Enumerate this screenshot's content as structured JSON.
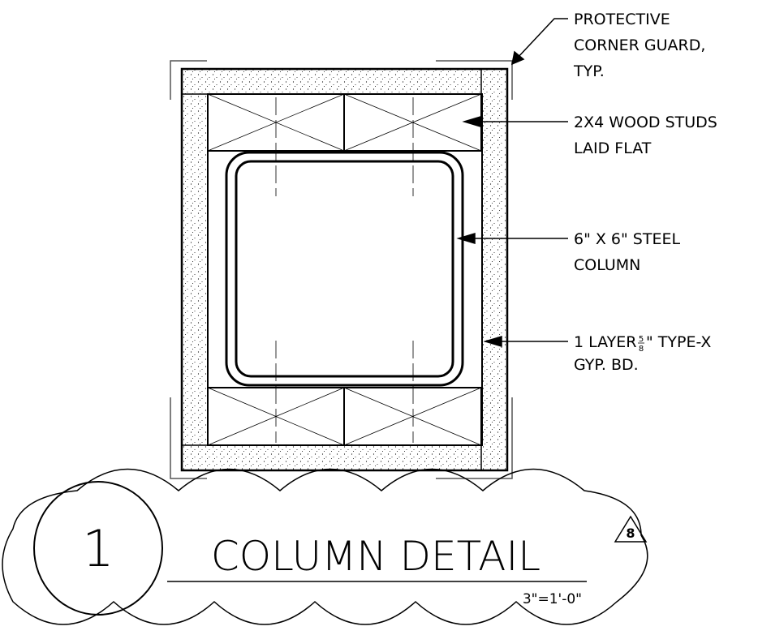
{
  "detail": {
    "number": "1",
    "title": "COLUMN DETAIL",
    "scale": "3\"=1'-0\"",
    "revision": "8"
  },
  "callouts": {
    "corner_guard": [
      "PROTECTIVE",
      "CORNER GUARD,",
      "TYP."
    ],
    "studs": [
      "2X4 WOOD STUDS",
      "LAID FLAT"
    ],
    "column": [
      "6\" X 6\" STEEL",
      "COLUMN"
    ],
    "gyp": {
      "line1_prefix": "1 LAYER ",
      "frac_num": "5",
      "frac_den": "8",
      "line1_suffix": "\" TYPE-X",
      "line2": "GYP. BD."
    }
  },
  "colors": {
    "ink": "#000000",
    "paper": "#ffffff"
  }
}
